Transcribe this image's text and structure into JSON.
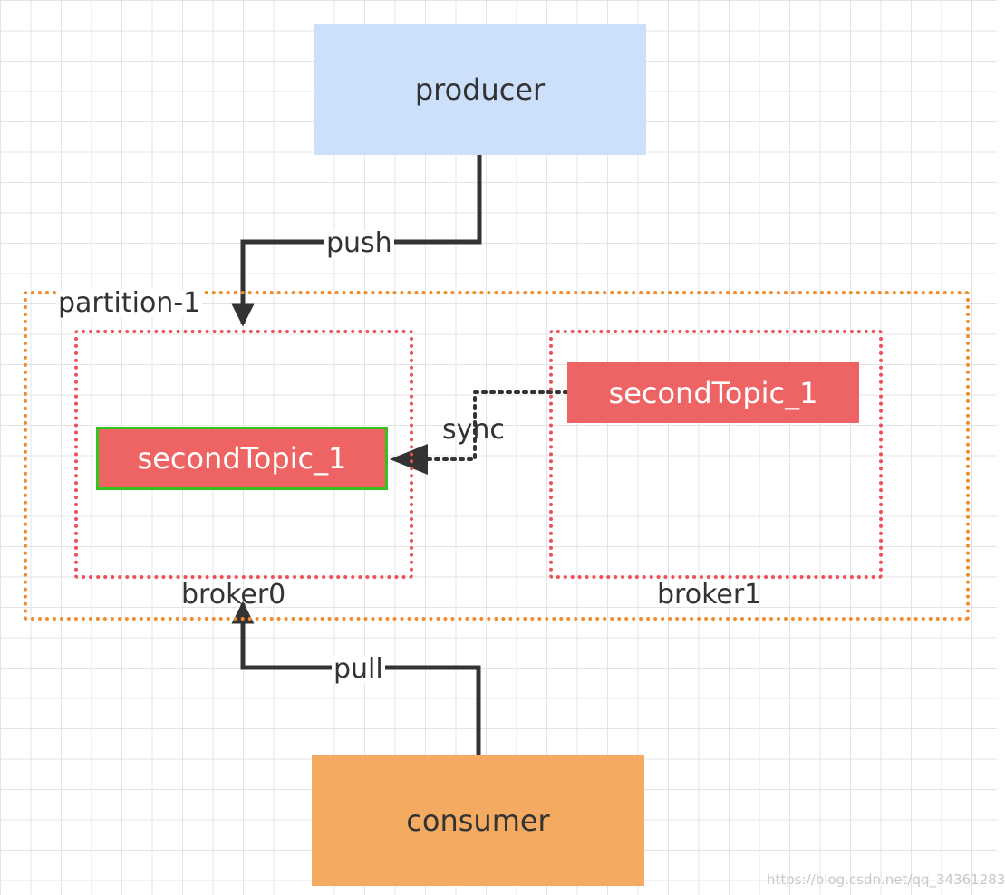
{
  "nodes": {
    "producer": "producer",
    "consumer": "consumer"
  },
  "partition": {
    "label": "partition-1"
  },
  "brokers": [
    {
      "label": "broker0",
      "topic": "secondTopic_1"
    },
    {
      "label": "broker1",
      "topic": "secondTopic_1"
    }
  ],
  "edges": {
    "push": "push",
    "pull": "pull",
    "sync": "sync"
  },
  "watermark": "https://blog.csdn.net/qq_34361283",
  "colors": {
    "producer_fill": "#cce0fb",
    "consumer_fill": "#f4ab61",
    "topic_fill": "#ee6363",
    "leader_border": "#35c21d",
    "partition_border": "#f08c2c",
    "broker_border": "#ee4f57",
    "edge": "#333333"
  }
}
